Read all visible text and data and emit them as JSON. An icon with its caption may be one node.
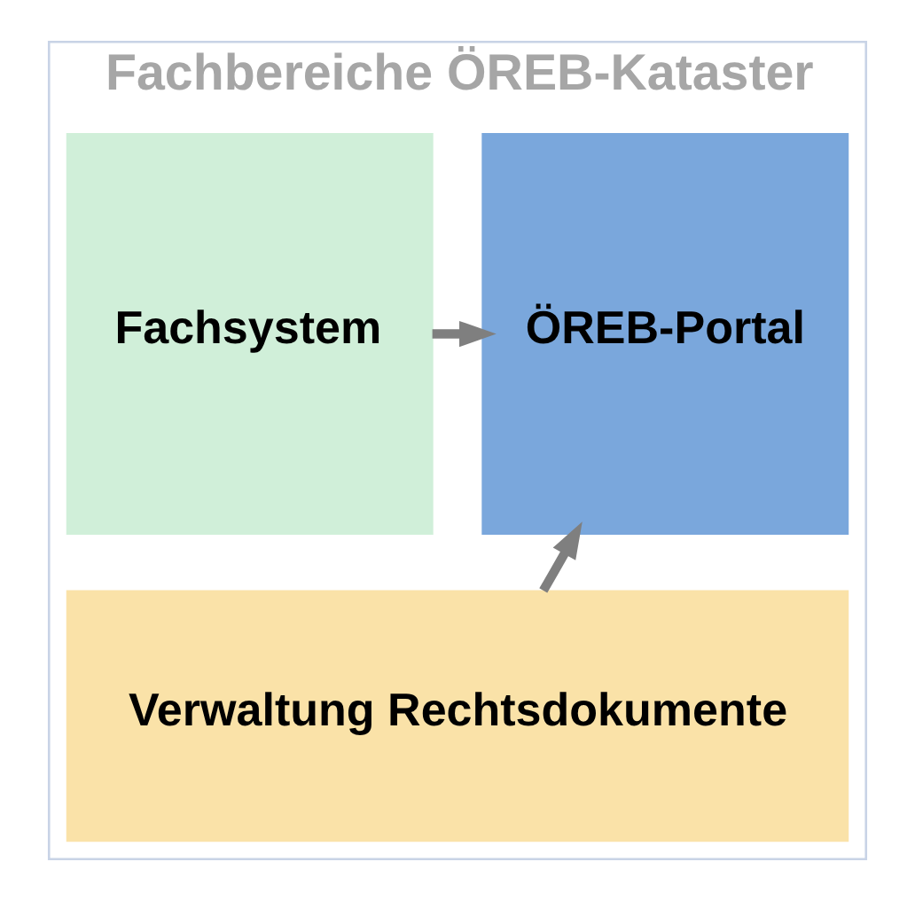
{
  "diagram": {
    "nodes": [
      {
        "text": [
          "Fachbereiche ÖREB-Kataster"
        ]
      },
      {
        "text": [
          "Fachsystem"
        ],
        "in": 0
      },
      {
        "text": [
          "ÖREB-Portal"
        ],
        "in": 0
      },
      {
        "text": [
          "Verwaltung Rechtsdokumente"
        ],
        "in": 0
      }
    ],
    "edges": [
      {
        "from": 1,
        "to": 2,
        "arrow": "to"
      },
      {
        "from": 3,
        "to": 2,
        "arrow": "to"
      }
    ]
  }
}
